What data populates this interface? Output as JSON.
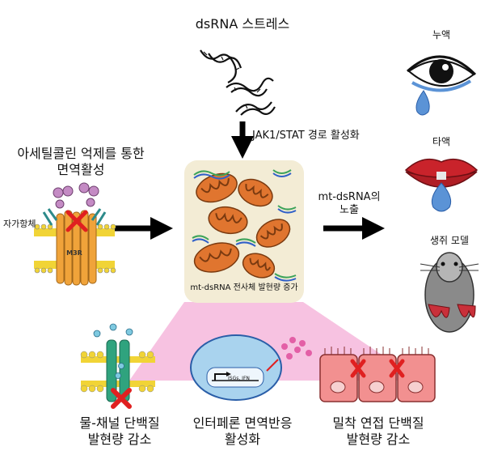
{
  "labels": {
    "dsrna_stress": "dsRNA 스트레스",
    "jak_stat": "JAK1/STAT 경로 활성화",
    "ache_line1": "아세틸콜린 억제를 통한",
    "ache_line2": "면역활성",
    "autoantibody": "자가항체",
    "m3r": "M3R",
    "mito_caption": "mt-dsRNA 전사체 발현량 증가",
    "exposure_line1": "mt-dsRNA의",
    "exposure_line2": "노출",
    "tears": "누액",
    "saliva": "타액",
    "mouse_model": "생쥐 모델",
    "aqp_line1": "물-채널 단백질",
    "aqp_line2": "발현량 감소",
    "ifn_line1": "인터페론 면역반응",
    "ifn_line2": "활성화",
    "tj_line1": "밀착 연접 단백질",
    "tj_line2": "발현량 감소",
    "nucleus_text": "ISGs, IFN"
  },
  "colors": {
    "mito_box": "#f3ecd5",
    "mitochondria": "#e0752f",
    "dsrna_green": "#3da35a",
    "dsrna_blue": "#3060c8",
    "funnel_pink": "#f6b7dc",
    "cell_blue": "#a9d3ee",
    "epithelial_cell": "#f29090",
    "membrane_yellow": "#f1d436",
    "channel_green": "#2fa37e",
    "cross_red": "#e02020",
    "receptor_orange": "#f0a33a",
    "antibody_purple": "#c48bc4",
    "tear_blue": "#5b93d6"
  }
}
